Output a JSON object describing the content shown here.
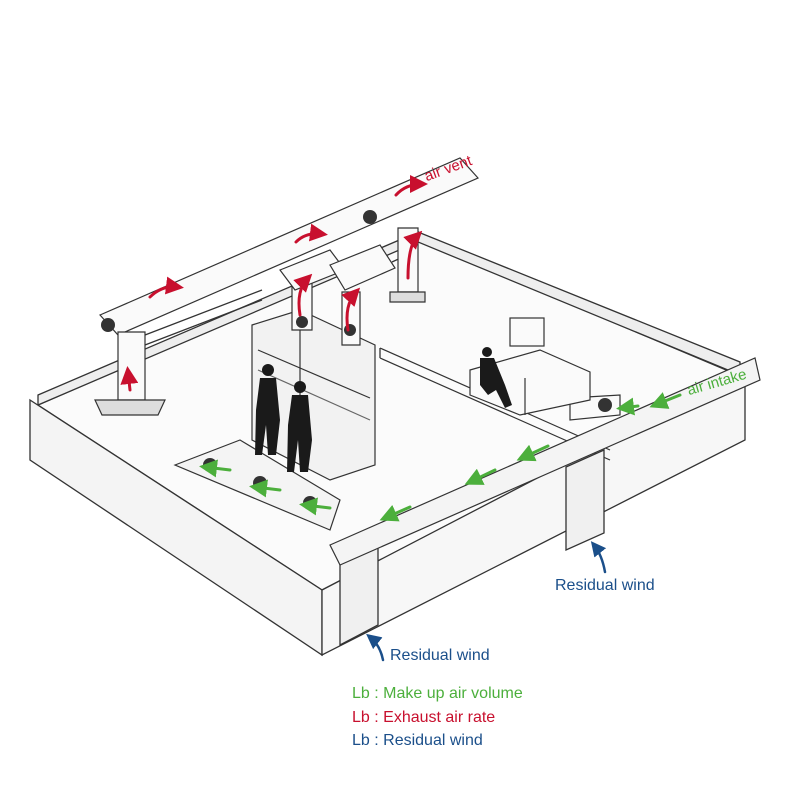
{
  "colors": {
    "exhaust": "#c8102e",
    "makeup": "#4caf3c",
    "residual": "#1b4f8a",
    "line": "#333333"
  },
  "labels": {
    "air_vent": "air vent",
    "air_intake": "air intake",
    "residual_right": "Residual wind",
    "residual_left": "Residual wind"
  },
  "legend": [
    {
      "key": "Lb",
      "sep": " : ",
      "text": "Make up air volume",
      "color_ref": "makeup"
    },
    {
      "key": "Lb",
      "sep": " : ",
      "text": "Exhaust air rate",
      "color_ref": "exhaust"
    },
    {
      "key": "Lb",
      "sep": " : ",
      "text": "Residual wind",
      "color_ref": "residual"
    }
  ]
}
